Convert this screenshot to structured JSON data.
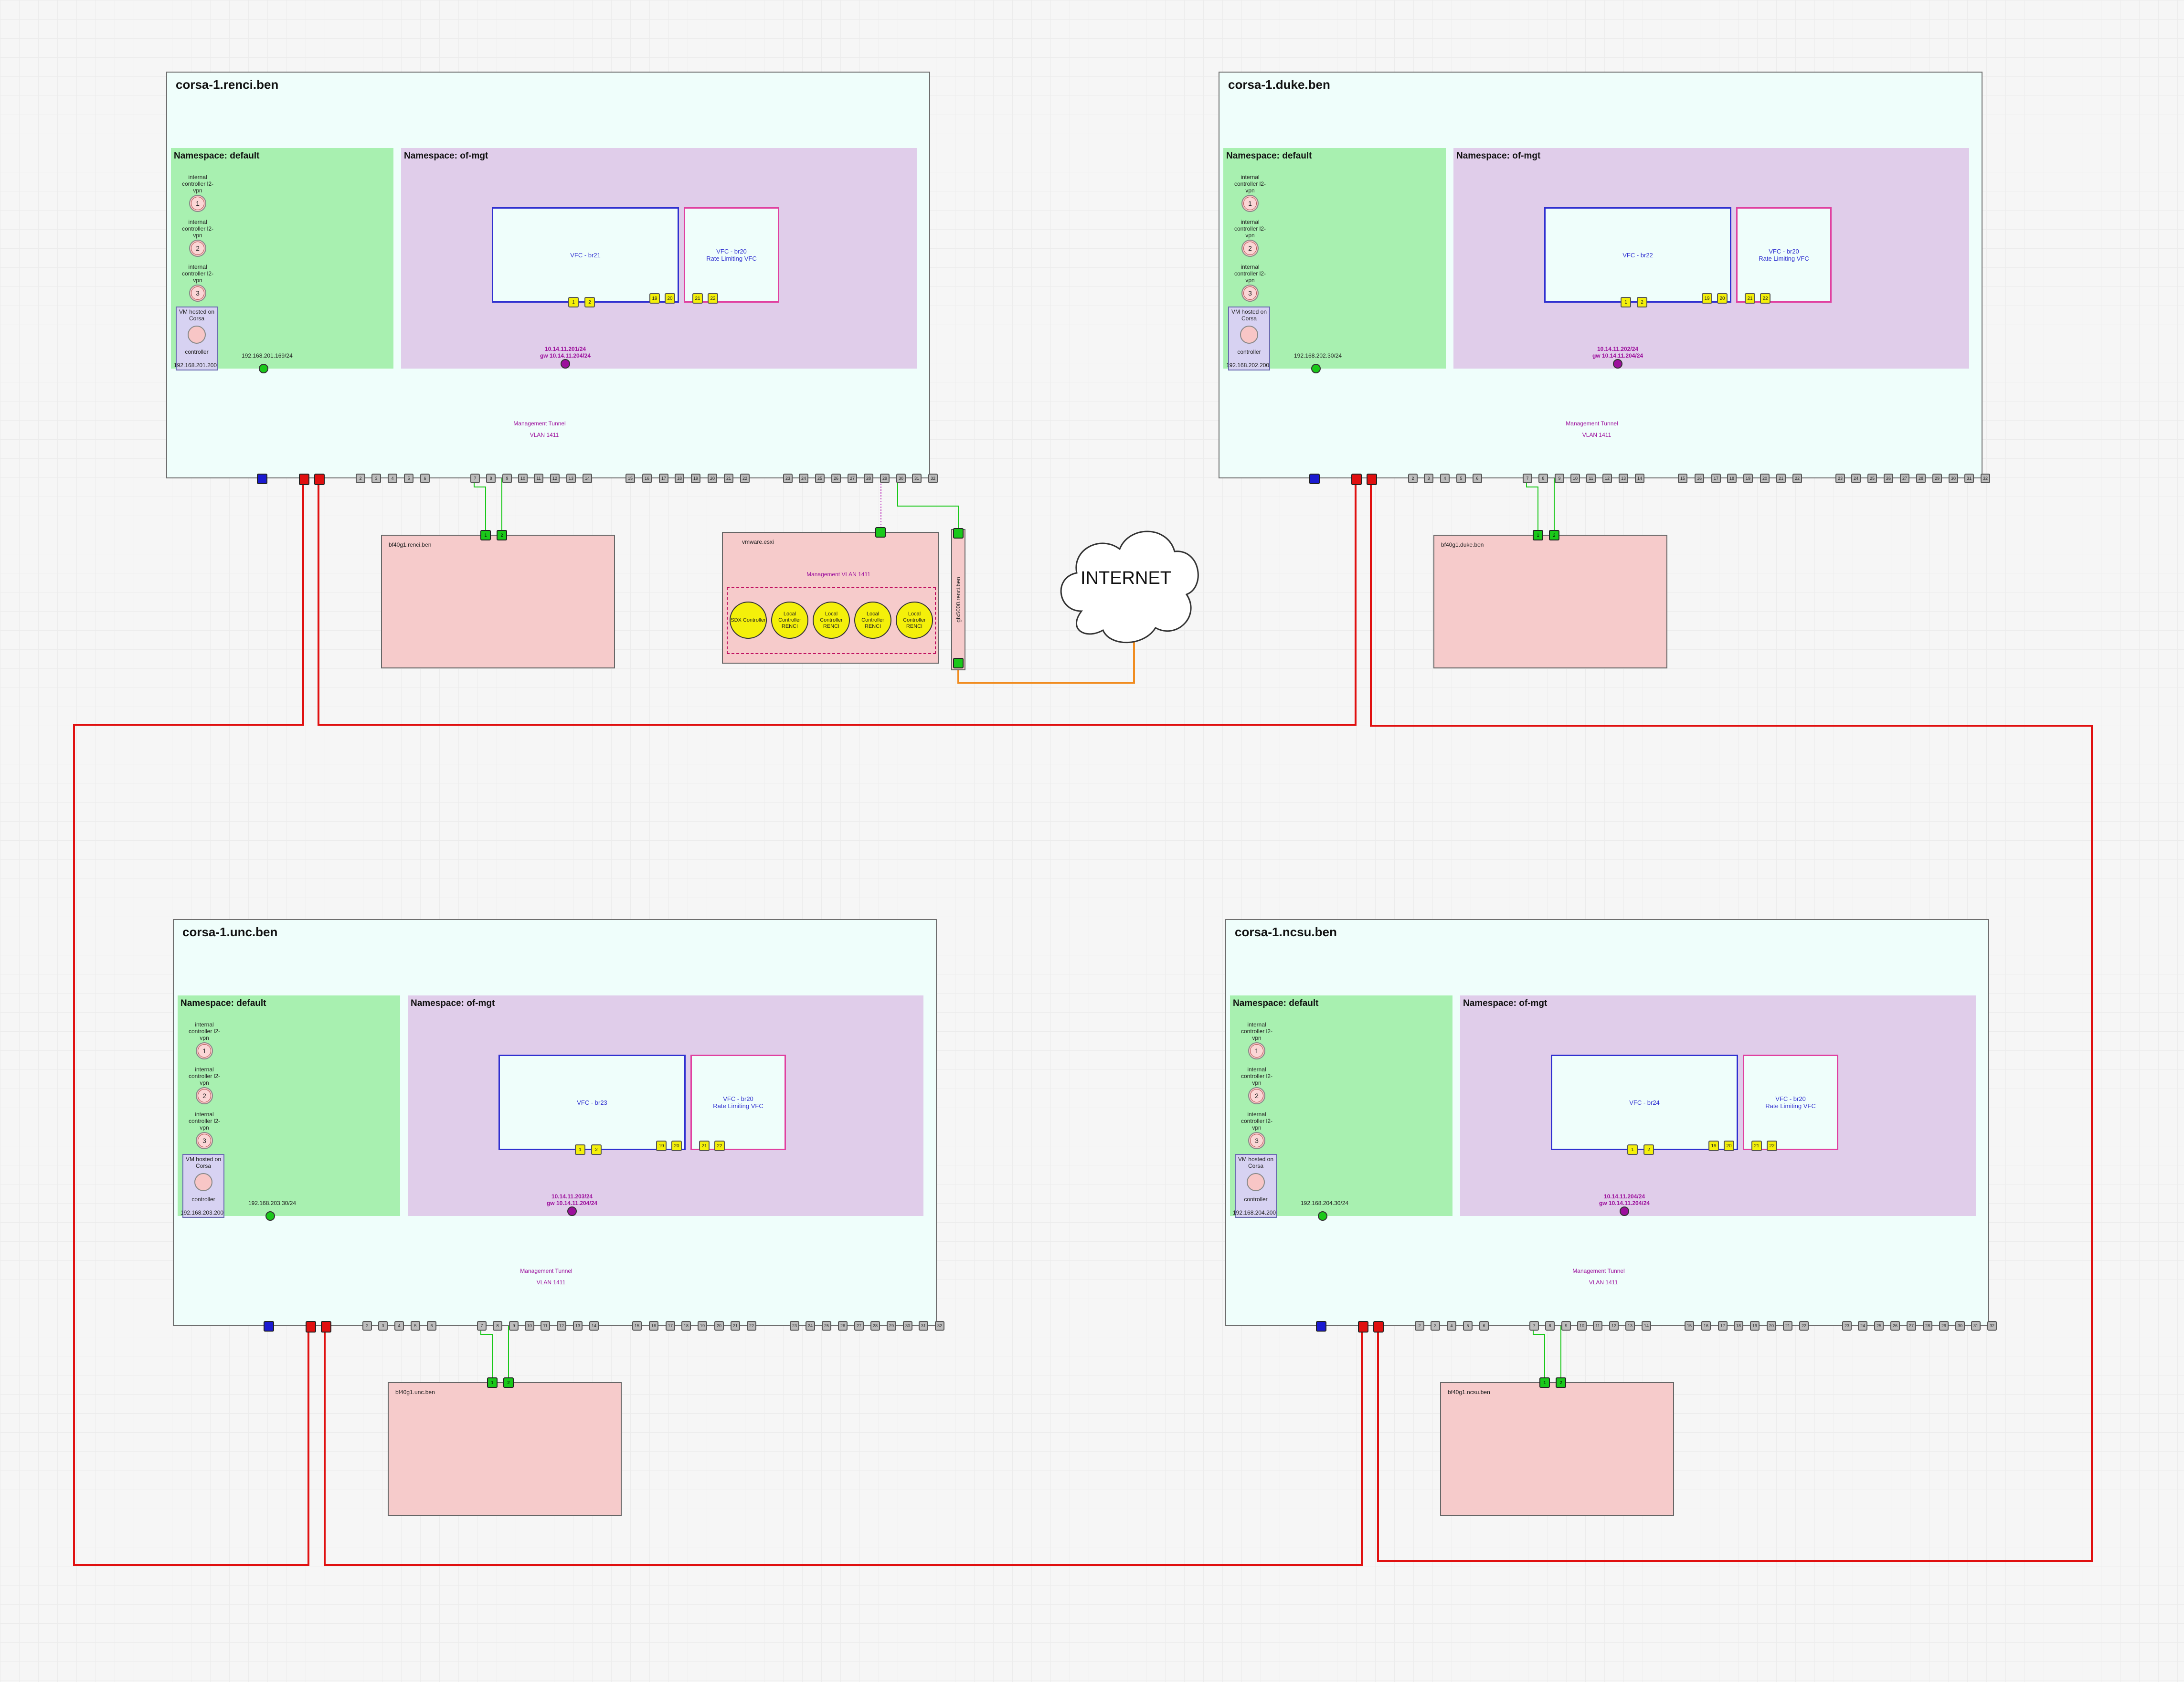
{
  "internet": {
    "label": "INTERNET"
  },
  "vmware": {
    "title": "vmware.esxi",
    "vlan_label": "Management VLAN 1411",
    "controllers": [
      {
        "label": "SDX Controller"
      },
      {
        "label": "Local Controller RENCI"
      },
      {
        "label": "Local Controller RENCI"
      },
      {
        "label": "Local Controller RENCI"
      },
      {
        "label": "Local Controller RENCI"
      }
    ]
  },
  "gfx": {
    "label": "gfx5000.renci.ben"
  },
  "common": {
    "ns_default": "Namespace: default",
    "ns_ofmgt": "Namespace: of-mgt",
    "ctrl_text": "internal controller l2-vpn",
    "vm_hosted": "VM hosted on Corsa",
    "vm_controller": "controller",
    "vfc_rl_name": "VFC - br20",
    "vfc_rl_sub": "Rate Limiting VFC",
    "tunnel": "Management Tunnel",
    "vlan": "VLAN 1411",
    "ctrl_nums": [
      "1",
      "2",
      "3"
    ],
    "vfc_ports_left": [
      "1",
      "2"
    ],
    "vfc_ports_right": [
      "19",
      "20",
      "21",
      "22"
    ],
    "host_ports": [
      "1",
      "2"
    ],
    "ports": [
      "1",
      "2",
      "3",
      "4",
      "5",
      "6",
      "7",
      "8",
      "9",
      "10",
      "11",
      "12",
      "13",
      "14",
      "15",
      "16",
      "17",
      "18",
      "19",
      "20",
      "21",
      "22",
      "23",
      "24",
      "25",
      "26",
      "27",
      "28",
      "29",
      "30",
      "31",
      "32"
    ]
  },
  "switches": [
    {
      "name": "corsa-1.renci.ben",
      "vfc": "VFC - br21",
      "default_ip": "192.168.201.169/24",
      "vm_ip": "192.168.201.200",
      "mgmt_ip": "10.14.11.201/24",
      "mgmt_gw": "gw 10.14.11.204/24",
      "host": "bf40g1.renci.ben"
    },
    {
      "name": "corsa-1.duke.ben",
      "vfc": "VFC - br22",
      "default_ip": "192.168.202.30/24",
      "vm_ip": "192.168.202.200",
      "mgmt_ip": "10.14.11.202/24",
      "mgmt_gw": "gw 10.14.11.204/24",
      "host": "bf40g1.duke.ben"
    },
    {
      "name": "corsa-1.unc.ben",
      "vfc": "VFC - br23",
      "default_ip": "192.168.203.30/24",
      "vm_ip": "192.168.203.200",
      "mgmt_ip": "10.14.11.203/24",
      "mgmt_gw": "gw 10.14.11.204/24",
      "host": "bf40g1.unc.ben"
    },
    {
      "name": "corsa-1.ncsu.ben",
      "vfc": "VFC - br24",
      "default_ip": "192.168.204.30/24",
      "vm_ip": "192.168.204.200",
      "mgmt_ip": "10.14.11.204/24",
      "mgmt_gw": "gw 10.14.11.204/24",
      "host": "bf40g1.ncsu.ben"
    }
  ]
}
